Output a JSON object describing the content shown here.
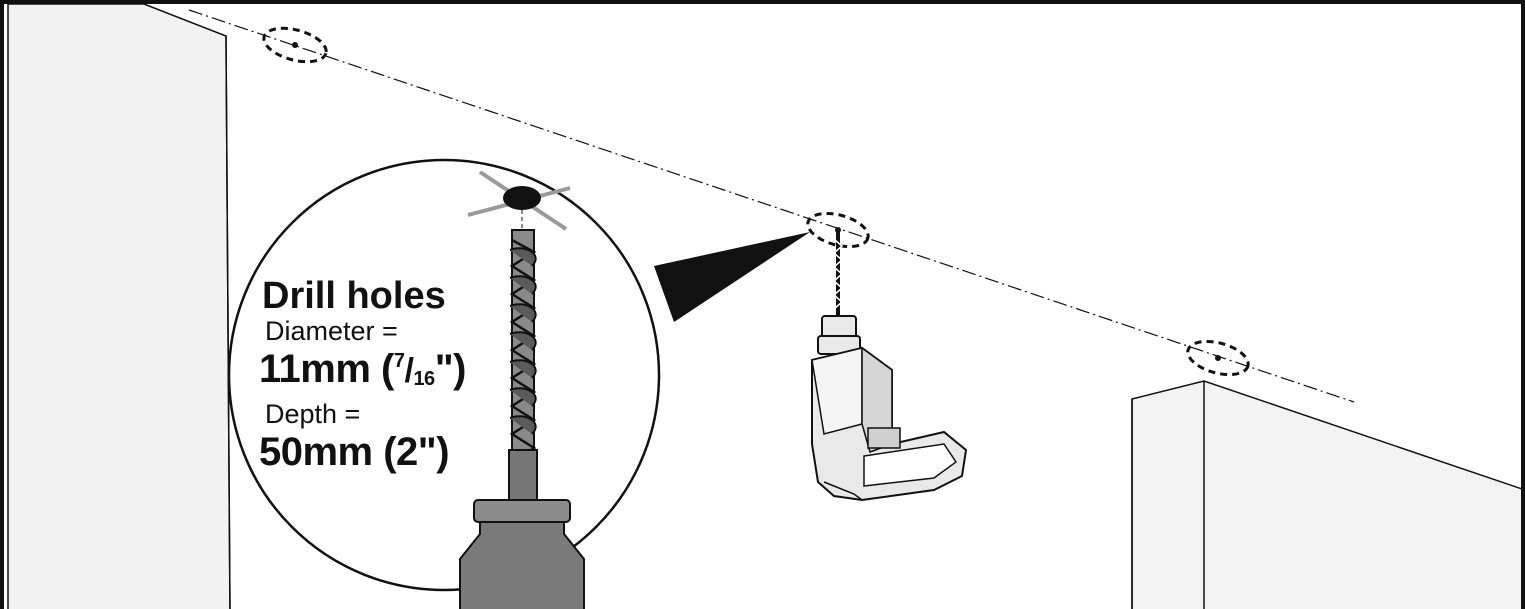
{
  "instruction": {
    "title": "Drill holes",
    "diameter_label": "Diameter =",
    "diameter_value_prefix": "11mm (",
    "diameter_fraction_num": "7",
    "diameter_fraction_den": "16",
    "diameter_value_suffix": "\")",
    "depth_label": "Depth =",
    "depth_value": "50mm (2\")"
  },
  "colors": {
    "line": "#111111",
    "wall_fill": "#f2f2f2",
    "drill_body": "#e9e9e9",
    "bit_grey": "#707070",
    "marker_cross": "#9a9a9a"
  },
  "icons": [
    "drill-icon",
    "drill-bit-icon",
    "hole-marker-icon"
  ]
}
